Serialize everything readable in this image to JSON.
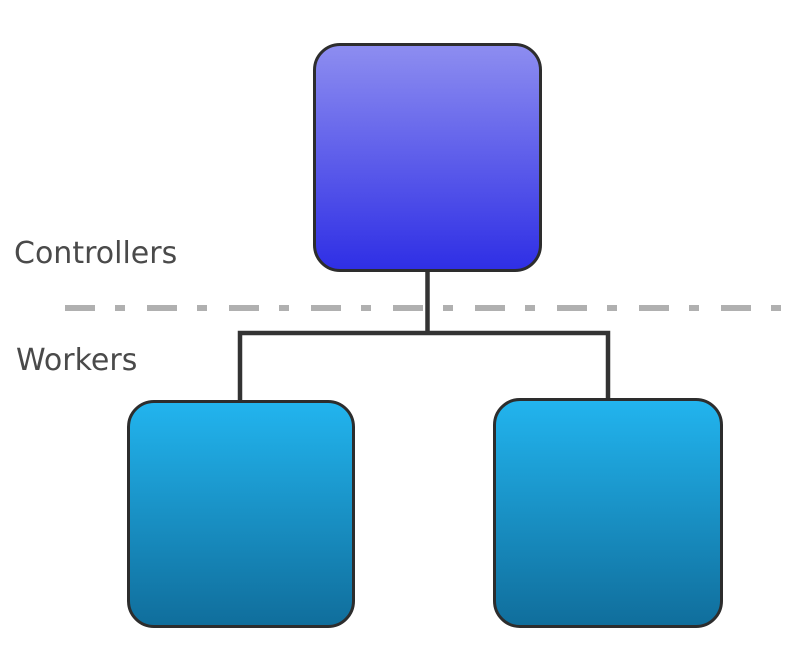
{
  "diagram": {
    "type": "topology",
    "sections": [
      {
        "label": "Controllers",
        "nodes": [
          "controller-1"
        ]
      },
      {
        "label": "Workers",
        "nodes": [
          "worker-1",
          "worker-2"
        ]
      }
    ],
    "nodes": [
      {
        "id": "controller-1",
        "role": "controller"
      },
      {
        "id": "worker-1",
        "role": "worker"
      },
      {
        "id": "worker-2",
        "role": "worker"
      }
    ],
    "edges": [
      [
        "controller-1",
        "worker-1"
      ],
      [
        "controller-1",
        "worker-2"
      ]
    ],
    "colors": {
      "background": "#ffffff",
      "controller_gradient_top": "#8d8df0",
      "controller_gradient_bottom": "#2f2fe5",
      "worker_gradient_top": "#22b4ee",
      "worker_gradient_bottom": "#106e9c",
      "node_border": "#2d2d2d",
      "connector": "#333333",
      "divider": "#b0b0b0",
      "label_text": "#4a4a4a"
    }
  }
}
